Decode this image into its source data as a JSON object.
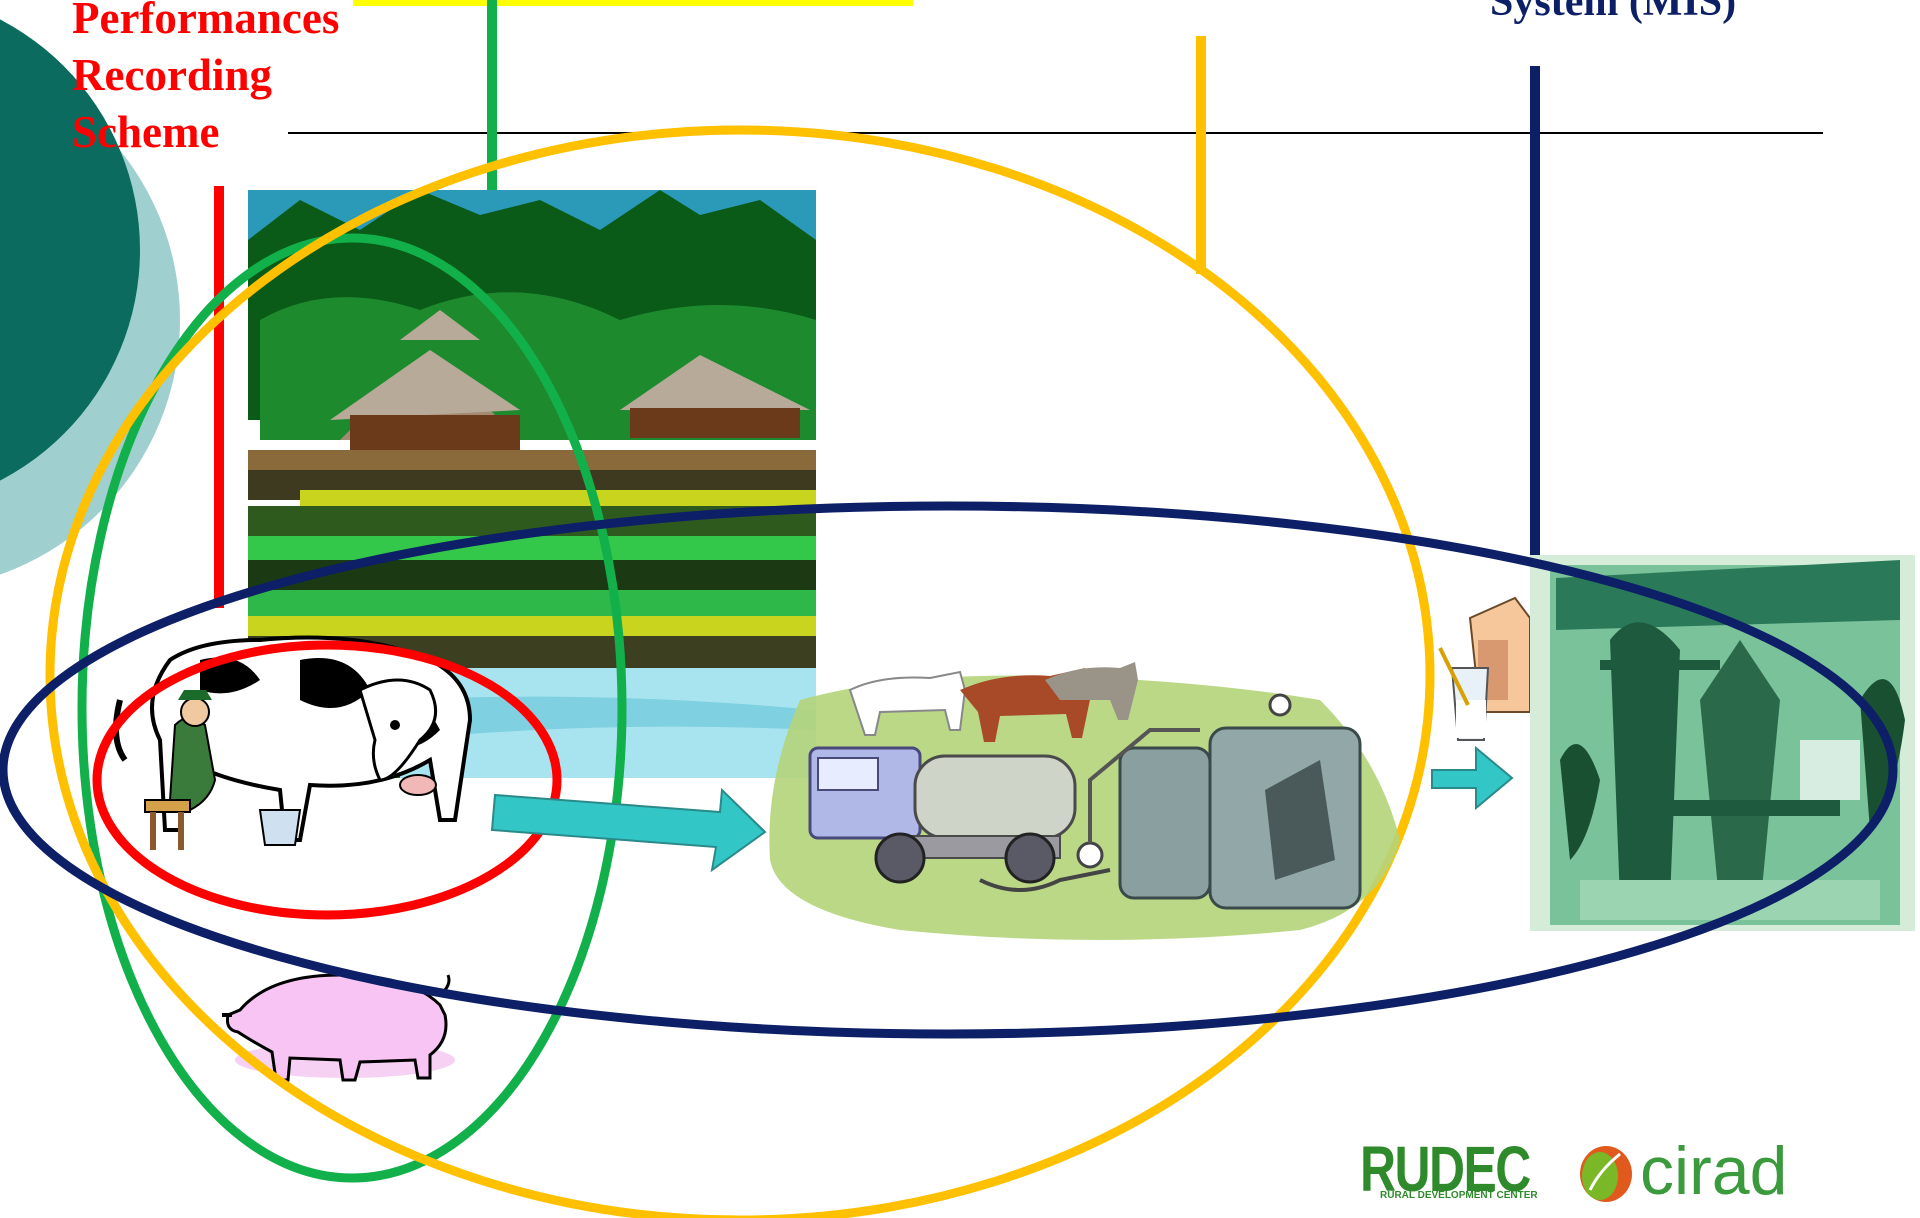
{
  "labels": {
    "performances_recording": "Performances\nRecording\nScheme",
    "mis": "System (MIS)"
  },
  "logos": {
    "rudec": "RUDEC",
    "rudec_sub": "RURAL DEVELOPMENT CENTER",
    "cirad": "cirad"
  },
  "colors": {
    "red": "#ff0000",
    "green": "#12b04a",
    "gold": "#ffc000",
    "navy": "#0d1f66",
    "yellow_bar": "#ffff00",
    "teal_arrow": "#33c6c6",
    "deco_dark": "#0b6b5f",
    "deco_light": "#9fcfcf"
  },
  "icons": [
    "farm-landscape-icon",
    "dairy-cow-milking-icon",
    "pig-icon",
    "milk-tanker-cooling-tank-icon",
    "milk-carton-glass-icon",
    "restaurant-waiter-icon"
  ]
}
